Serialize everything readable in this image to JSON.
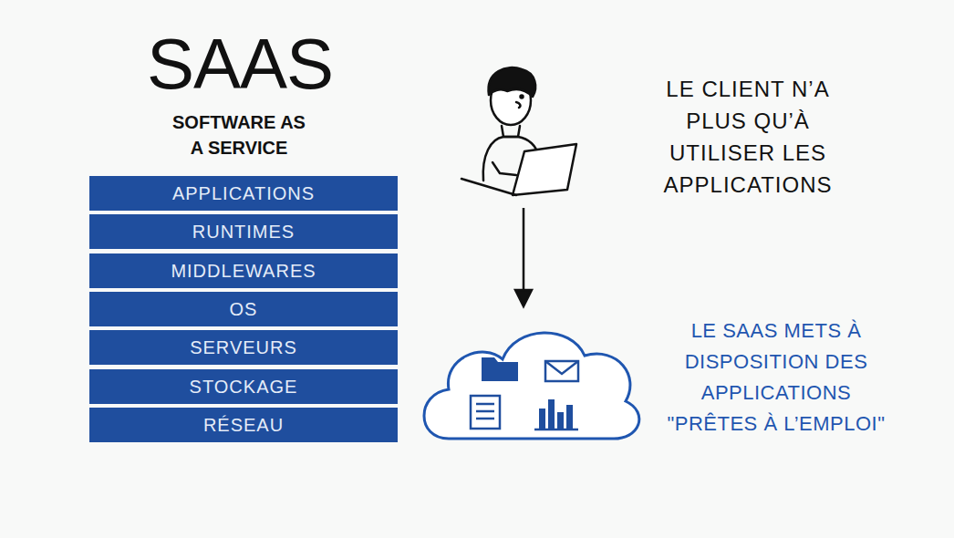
{
  "diagram": {
    "title": "SAAS",
    "nodes": [
      {
        "text": [
          "APPLICATIONS"
        ]
      },
      {
        "text": [
          "RUNTIMES"
        ]
      },
      {
        "text": [
          "MIDDLEWARES"
        ]
      },
      {
        "text": [
          "OS"
        ]
      },
      {
        "text": [
          "SERVEURS"
        ]
      },
      {
        "text": [
          "STOCKAGE"
        ]
      },
      {
        "text": [
          "RÉSEAU"
        ]
      }
    ],
    "labels": [
      "SOFTWARE AS A SERVICE",
      "LE CLIENT N’A PLUS QU’À UTILISER LES APPLICATIONS",
      "LE SAAS METS À DISPOSITION DES APPLICATIONS \"PRÊTES À L’EMPLOI\""
    ]
  }
}
